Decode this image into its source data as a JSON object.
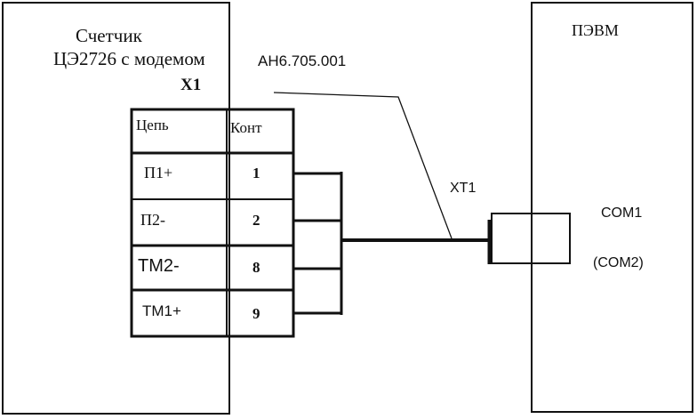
{
  "meter": {
    "title_line1": "Счетчик",
    "title_line2": "ЦЭ2726 с модемом",
    "connector": "X1"
  },
  "table": {
    "headers": [
      "Цепь",
      "Конт"
    ],
    "rows": [
      {
        "circuit": "П1+",
        "contact": "1"
      },
      {
        "circuit": "П2-",
        "contact": "2"
      },
      {
        "circuit": "ТМ2-",
        "contact": "8"
      },
      {
        "circuit": "ТМ1+",
        "contact": "9"
      }
    ]
  },
  "cable": {
    "designation": "АН6.705.001",
    "plug": "XT1"
  },
  "pc": {
    "title": "ПЭВМ",
    "port1": "COM1",
    "port2": "(COM2)"
  },
  "colors": {
    "ink": "#111111",
    "background": "#ffffff"
  }
}
